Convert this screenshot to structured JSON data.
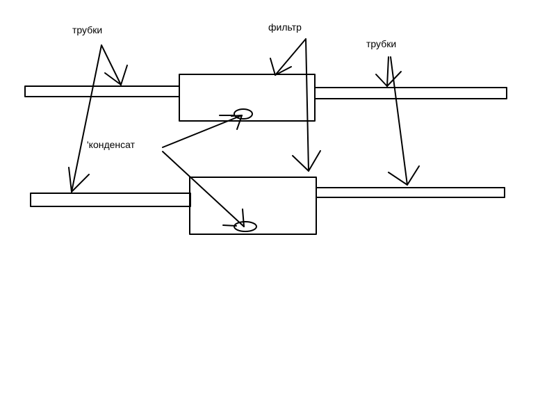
{
  "labels": {
    "tubes_left": "трубки",
    "filter": "фильтр",
    "tubes_right": "трубки",
    "condensate": "'конденсат"
  },
  "colors": {
    "stroke": "#000000",
    "background": "#ffffff"
  }
}
